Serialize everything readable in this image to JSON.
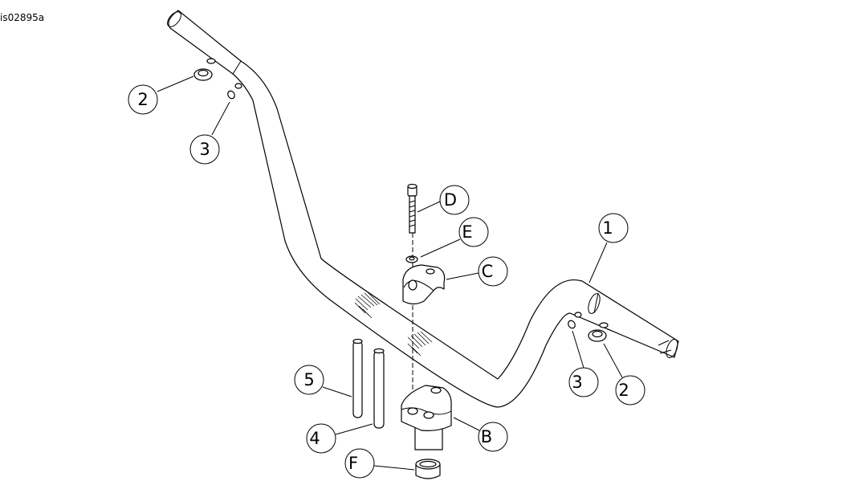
{
  "figure_id": "is02895a",
  "callouts": [
    {
      "label": "2"
    },
    {
      "label": "3"
    },
    {
      "label": "D"
    },
    {
      "label": "E"
    },
    {
      "label": "C"
    },
    {
      "label": "1"
    },
    {
      "label": "3"
    },
    {
      "label": "2"
    },
    {
      "label": "5"
    },
    {
      "label": "4"
    },
    {
      "label": "B"
    },
    {
      "label": "F"
    }
  ]
}
